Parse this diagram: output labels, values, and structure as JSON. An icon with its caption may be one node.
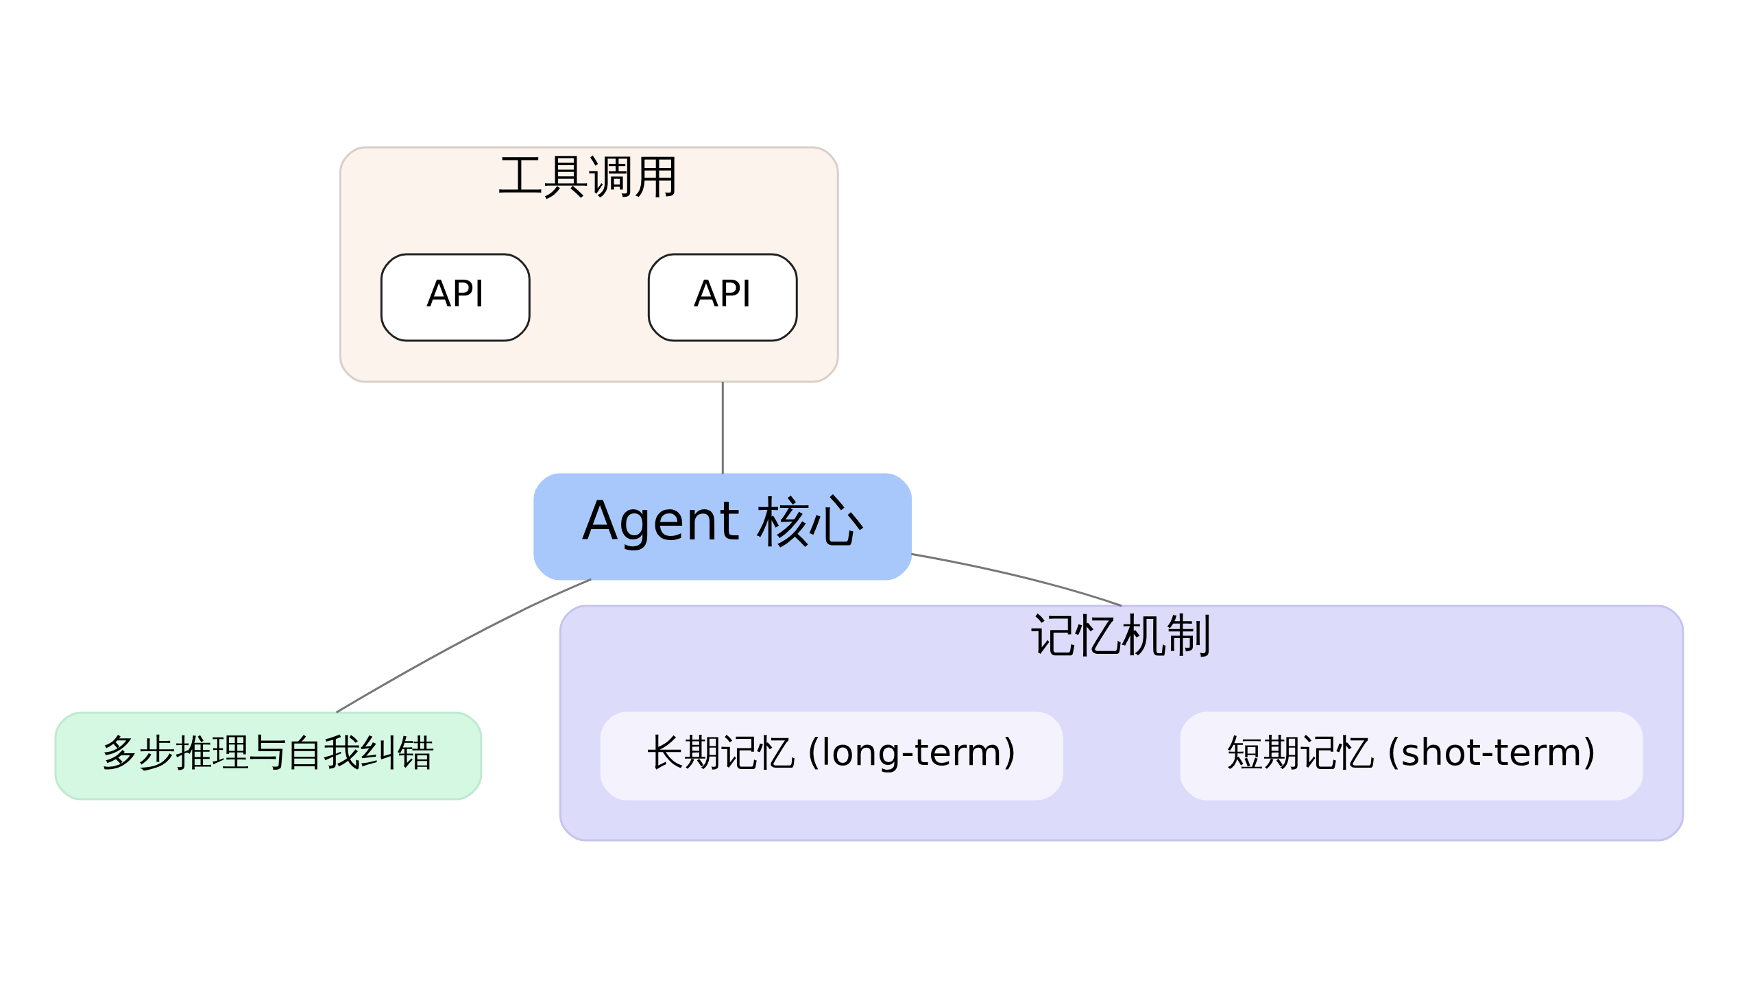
{
  "diagram": {
    "nodes": [
      {
        "text": [
          "工具调用"
        ]
      },
      {
        "text": [
          "API"
        ],
        "in": 0
      },
      {
        "text": [
          "API"
        ],
        "in": 0
      },
      {
        "text": [
          "Agent 核心"
        ]
      },
      {
        "text": [
          "多步推理与自我纠错"
        ]
      },
      {
        "text": [
          "记忆机制"
        ]
      },
      {
        "text": [
          "短期记忆 (shot-term)"
        ],
        "in": 5
      },
      {
        "text": [
          "长期记忆 (long-term)"
        ],
        "in": 5
      }
    ],
    "edges": [
      {
        "from": 0,
        "to": 3,
        "arrow": "none"
      },
      {
        "from": 3,
        "to": 4,
        "arrow": "none"
      },
      {
        "from": 3,
        "to": 5,
        "arrow": "none"
      }
    ]
  }
}
